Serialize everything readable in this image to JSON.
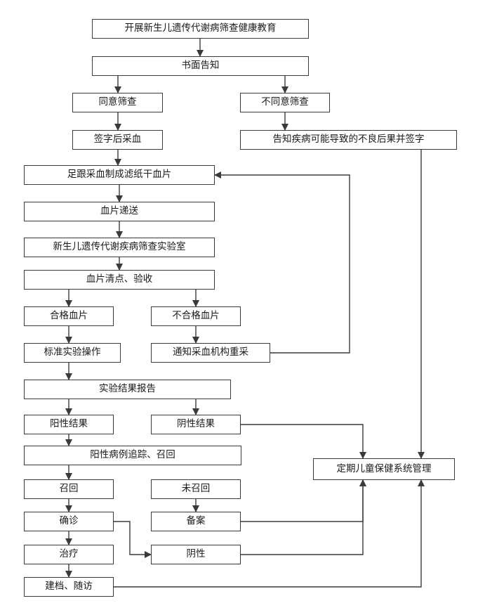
{
  "nodes": {
    "n1": {
      "label": "开展新生儿遗传代谢病筛查健康教育"
    },
    "n2": {
      "label": "书面告知"
    },
    "n3": {
      "label": "同意筛查"
    },
    "n4": {
      "label": "不同意筛查"
    },
    "n5": {
      "label": "签字后采血"
    },
    "n6": {
      "label": "告知疾病可能导致的不良后果并签字"
    },
    "n7": {
      "label": "足跟采血制成滤纸干血片"
    },
    "n8": {
      "label": "血片递送"
    },
    "n9": {
      "label": "新生儿遗传代谢疾病筛查实验室"
    },
    "n10": {
      "label": "血片清点、验收"
    },
    "n11": {
      "label": "合格血片"
    },
    "n12": {
      "label": "不合格血片"
    },
    "n13": {
      "label": "标准实验操作"
    },
    "n14": {
      "label": "通知采血机构重采"
    },
    "n15": {
      "label": "实验结果报告"
    },
    "n16": {
      "label": "阳性结果"
    },
    "n17": {
      "label": "阴性结果"
    },
    "n18": {
      "label": "阳性病例追踪、召回"
    },
    "n19": {
      "label": "定期儿童保健系统管理"
    },
    "n20": {
      "label": "召回"
    },
    "n21": {
      "label": "未召回"
    },
    "n22": {
      "label": "确诊"
    },
    "n23": {
      "label": "备案"
    },
    "n24": {
      "label": "治疗"
    },
    "n25": {
      "label": "阴性"
    },
    "n26": {
      "label": "建档、随访"
    }
  },
  "edges": [
    {
      "from": "n1",
      "to": "n2"
    },
    {
      "from": "n2",
      "to": "n3"
    },
    {
      "from": "n2",
      "to": "n4"
    },
    {
      "from": "n3",
      "to": "n5"
    },
    {
      "from": "n4",
      "to": "n6"
    },
    {
      "from": "n5",
      "to": "n7"
    },
    {
      "from": "n6",
      "to": "n19"
    },
    {
      "from": "n7",
      "to": "n8"
    },
    {
      "from": "n8",
      "to": "n9"
    },
    {
      "from": "n9",
      "to": "n10"
    },
    {
      "from": "n10",
      "to": "n11"
    },
    {
      "from": "n10",
      "to": "n12"
    },
    {
      "from": "n11",
      "to": "n13"
    },
    {
      "from": "n12",
      "to": "n14"
    },
    {
      "from": "n14",
      "to": "n7"
    },
    {
      "from": "n13",
      "to": "n15"
    },
    {
      "from": "n15",
      "to": "n16"
    },
    {
      "from": "n15",
      "to": "n17"
    },
    {
      "from": "n16",
      "to": "n18"
    },
    {
      "from": "n17",
      "to": "n19"
    },
    {
      "from": "n18",
      "to": "n20"
    },
    {
      "from": "n20",
      "to": "n22"
    },
    {
      "from": "n22",
      "to": "n24"
    },
    {
      "from": "n22",
      "to": "n25"
    },
    {
      "from": "n24",
      "to": "n26"
    },
    {
      "from": "n21",
      "to": "n23"
    },
    {
      "from": "n23",
      "to": "n19"
    },
    {
      "from": "n25",
      "to": "n19"
    },
    {
      "from": "n26",
      "to": "n19"
    }
  ]
}
